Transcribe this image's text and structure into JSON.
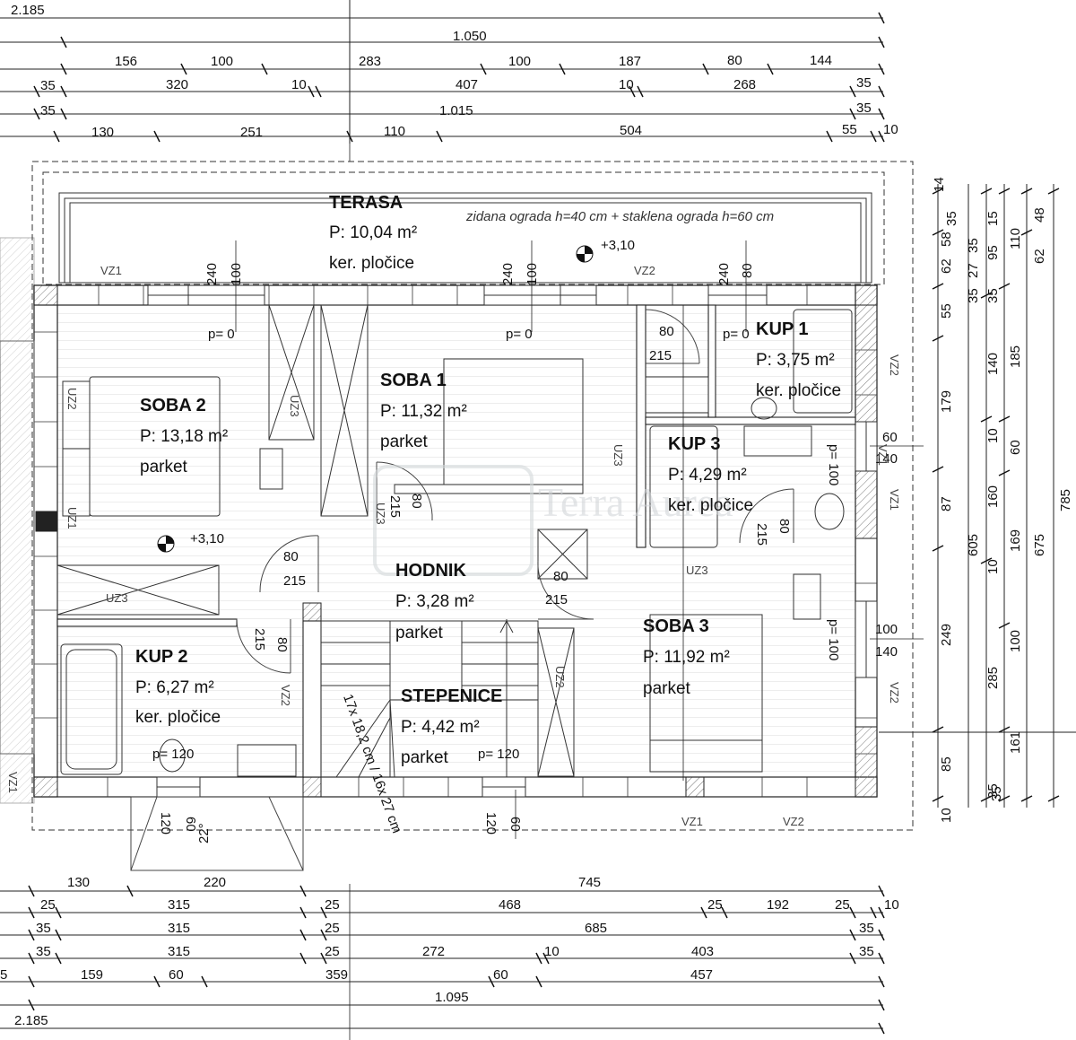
{
  "rooms": {
    "terasa": {
      "name": "TERASA",
      "area": "P: 10,04 m²",
      "floor": "ker. pločice"
    },
    "soba2": {
      "name": "SOBA 2",
      "area": "P: 13,18 m²",
      "floor": "parket"
    },
    "soba1": {
      "name": "SOBA 1",
      "area": "P: 11,32 m²",
      "floor": "parket"
    },
    "kup1": {
      "name": "KUP 1",
      "area": "P: 3,75 m²",
      "floor": "ker. pločice"
    },
    "kup3": {
      "name": "KUP 3",
      "area": "P: 4,29 m²",
      "floor": "ker. pločice"
    },
    "hodnik": {
      "name": "HODNIK",
      "area": "P: 3,28 m²",
      "floor": "parket"
    },
    "soba3": {
      "name": "SOBA 3",
      "area": "P: 11,92 m²",
      "floor": "parket"
    },
    "kup2": {
      "name": "KUP 2",
      "area": "P: 6,27 m²",
      "floor": "ker. pločice"
    },
    "stepenice": {
      "name": "STEPENICE",
      "area": "P: 4,42 m²",
      "floor": "parket"
    }
  },
  "terrace_note": "zidana ograda h=40 cm + staklena ograda h=60 cm",
  "levels": {
    "terrace": "+3,10",
    "soba2": "+3,10"
  },
  "top_dims": {
    "row0": [
      "2.185"
    ],
    "row1": [
      "1.050"
    ],
    "row2": [
      "156",
      "100",
      "283",
      "100",
      "187",
      "80",
      "144"
    ],
    "row3": [
      "35",
      "320",
      "10",
      "407",
      "10",
      "268",
      "35"
    ],
    "row4": [
      "35",
      "1.015",
      "35"
    ],
    "row5": [
      "130",
      "251",
      "110",
      "504",
      "55",
      "10"
    ]
  },
  "bottom_dims": {
    "row1": [
      "130",
      "220",
      "745"
    ],
    "row2": [
      "25",
      "315",
      "25",
      "468",
      "25",
      "192",
      "25",
      "10"
    ],
    "row3": [
      "35",
      "315",
      "25",
      "685",
      "35"
    ],
    "row4": [
      "35",
      "315",
      "25",
      "272",
      "10",
      "403",
      "35"
    ],
    "row5": [
      "5",
      "159",
      "60",
      "359",
      "60",
      "457"
    ],
    "row6": [
      "1.095"
    ],
    "row7": [
      "2.185"
    ]
  },
  "right_dims": {
    "col1": [
      "14",
      "58",
      "62",
      "55",
      "179",
      "87",
      "249",
      "85",
      "10"
    ],
    "col2": [
      "35",
      "35",
      "27",
      "35"
    ],
    "col3": [
      "15",
      "95",
      "35",
      "140",
      "10",
      "160",
      "605",
      "10",
      "285",
      "35"
    ],
    "col4": [
      "110",
      "185",
      "60",
      "169",
      "100",
      "161",
      "35"
    ],
    "col5": [
      "48",
      "62",
      "675"
    ],
    "col6": [
      "785"
    ]
  },
  "openings": [
    {
      "id": "o1",
      "w": "240",
      "h": "100",
      "sill": "p= 0"
    },
    {
      "id": "o2",
      "w": "240",
      "h": "100",
      "sill": "p= 0"
    },
    {
      "id": "o3",
      "w": "240",
      "h": "80",
      "sill": "p= 0"
    },
    {
      "id": "o4",
      "w": "60",
      "h": "140",
      "sill": "p= 100"
    },
    {
      "id": "o5",
      "w": "100",
      "h": "140",
      "sill": "p= 100"
    },
    {
      "id": "o6",
      "w": "120",
      "h": "60",
      "sill": "p= 120"
    },
    {
      "id": "o7",
      "w": "120",
      "h": "60",
      "sill": "p= 120"
    }
  ],
  "doors": [
    "80",
    "215",
    "80",
    "215",
    "80",
    "215",
    "80",
    "215",
    "80",
    "215",
    "80",
    "215"
  ],
  "tags": [
    "VZ1",
    "VZ2",
    "VZ2",
    "VZ1",
    "VZ2",
    "VZ1",
    "VZ2",
    "VZ1",
    "VZ2",
    "UZ2",
    "UZ1",
    "UZ3",
    "UZ3",
    "UZ3",
    "UZ2",
    "UZ3",
    "UZ3",
    "VZ1"
  ],
  "stair_note": "17x 18,2 cm / 16x 27 cm",
  "slope": "22°",
  "watermark": "Terra Aurea"
}
